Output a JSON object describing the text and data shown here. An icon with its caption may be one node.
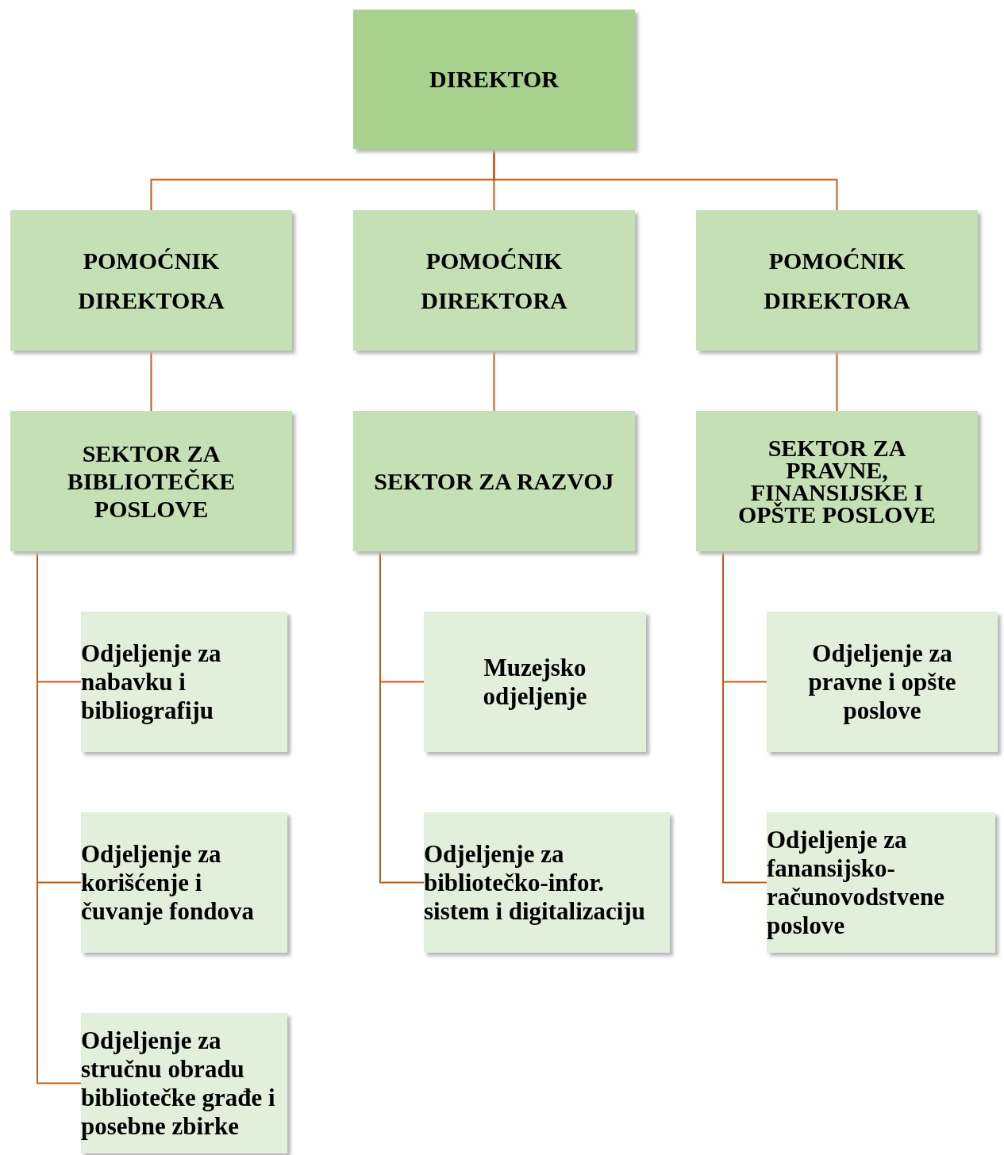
{
  "diagram": {
    "nodes": [
      {
        "text": [
          "DIREKTOR"
        ]
      },
      {
        "text": [
          "POMOĆNIK DIREKTORA"
        ]
      },
      {
        "text": [
          "POMOĆNIK DIREKTORA"
        ]
      },
      {
        "text": [
          "POMOĆNIK DIREKTORA"
        ]
      },
      {
        "text": [
          "SEKTOR ZA BIBLIOTEČKE POSLOVE"
        ]
      },
      {
        "text": [
          "SEKTOR ZA RAZVOJ"
        ]
      },
      {
        "text": [
          "SEKTOR ZA PRAVNE, FINANSIJSKE I OPŠTE POSLOVE"
        ]
      },
      {
        "text": [
          "Odjeljenje za nabavku i bibliografiju"
        ]
      },
      {
        "text": [
          "Odjeljenje za korišćenje i čuvanje fondova"
        ]
      },
      {
        "text": [
          "Odjeljenje za stručnu obradu bibliotečke građe i posebne zbirke"
        ]
      },
      {
        "text": [
          "Muzejsko odjeljenje"
        ]
      },
      {
        "text": [
          "Odjeljenje za bibliotečko-infor. sistem i digitalizaciju"
        ]
      },
      {
        "text": [
          "Odjeljenje za pravne i opšte poslove"
        ]
      },
      {
        "text": [
          "Odjeljenje za fanansijsko-računovodstvene poslove"
        ]
      }
    ],
    "edges": [
      {
        "from": 0,
        "to": 1,
        "arrow": "none"
      },
      {
        "from": 0,
        "to": 2,
        "arrow": "none"
      },
      {
        "from": 0,
        "to": 3,
        "arrow": "none"
      },
      {
        "from": 1,
        "to": 4,
        "arrow": "none"
      },
      {
        "from": 2,
        "to": 5,
        "arrow": "none"
      },
      {
        "from": 3,
        "to": 6,
        "arrow": "none"
      },
      {
        "from": 4,
        "to": 7,
        "arrow": "none"
      },
      {
        "from": 4,
        "to": 8,
        "arrow": "none"
      },
      {
        "from": 4,
        "to": 9,
        "arrow": "none"
      },
      {
        "from": 5,
        "to": 10,
        "arrow": "none"
      },
      {
        "from": 5,
        "to": 11,
        "arrow": "none"
      },
      {
        "from": 6,
        "to": 12,
        "arrow": "none"
      },
      {
        "from": 6,
        "to": 13,
        "arrow": "none"
      }
    ]
  }
}
